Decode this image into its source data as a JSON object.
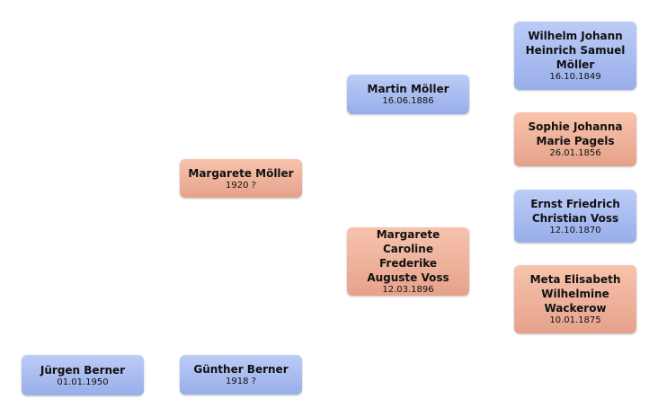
{
  "colors": {
    "male": "#a8bdf1",
    "female": "#f1b39c",
    "background": "#ffffff"
  },
  "people": {
    "juergen": {
      "name": "Jürgen Berner",
      "date": "01.01.1950",
      "gender": "male"
    },
    "guenther": {
      "name": "Günther Berner",
      "date": "1918 ?",
      "gender": "male"
    },
    "margarete": {
      "name": "Margarete Möller",
      "date": "1920 ?",
      "gender": "female"
    },
    "martin": {
      "name": "Martin Möller",
      "date": "16.06.1886",
      "gender": "male"
    },
    "margcar": {
      "name": "Margarete Caroline Frederike Auguste Voss",
      "date": "12.03.1896",
      "gender": "female"
    },
    "wilhelm": {
      "name": "Wilhelm Johann Heinrich Samuel Möller",
      "date": "16.10.1849",
      "gender": "male"
    },
    "sophie": {
      "name": "Sophie Johanna Marie Pagels",
      "date": "26.01.1856",
      "gender": "female"
    },
    "ernst": {
      "name": "Ernst Friedrich Christian Voss",
      "date": "12.10.1870",
      "gender": "male"
    },
    "meta": {
      "name": "Meta Elisabeth Wilhelmine Wackerow",
      "date": "10.01.1875",
      "gender": "female"
    }
  }
}
